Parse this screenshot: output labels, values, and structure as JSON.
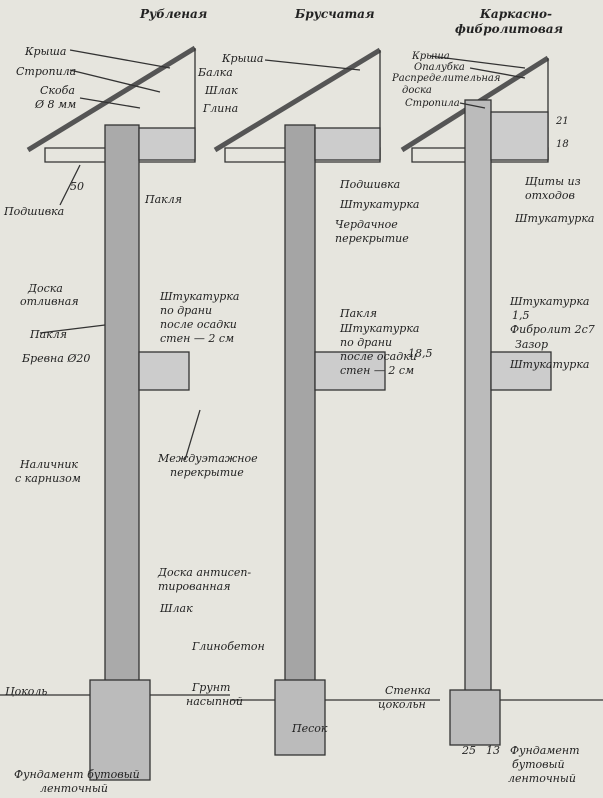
{
  "titles": {
    "left": "Рубленая",
    "middle": "Брусчатая",
    "right1": "Каркасно-",
    "right2": "фибролитовая"
  },
  "left": {
    "roof": "Крыша",
    "rafters": "Стропила",
    "clamp1": "Скоба",
    "clamp2": "Ø 8 мм",
    "beam": "Балка",
    "slag": "Шлак",
    "clay": "Глина",
    "dim50": "50",
    "soffit": "Подшивка",
    "tow": "Пакля",
    "board1": "Доска",
    "board2": "отливная",
    "tow2": "Пакля",
    "logs": "Бревна Ø20",
    "plaster1": "Штукатурка",
    "plaster2": "по драни",
    "plaster3": "после осадки",
    "plaster4": "стен — 2 см",
    "floor1": "Междуэтажное",
    "floor2": "перекрытие",
    "trim1": "Наличник",
    "trim2": "с карнизом",
    "antis1": "Доска антисеп-",
    "antis2": "тированная",
    "slag2": "Шлак",
    "claycon": "Глинобетон",
    "plinth": "Цоколь",
    "soil1": "Грунт",
    "soil2": "насыпной",
    "sand": "Песок",
    "found1": "Фундамент бутовый",
    "found2": "ленточный"
  },
  "middle": {
    "roof": "Крыша",
    "soffit": "Подшивка",
    "plaster": "Штукатурка",
    "attic1": "Чердачное",
    "attic2": "перекрытие",
    "tow": "Пакля",
    "plaster1": "Штукатурка",
    "plaster2": "по драни",
    "plaster3": "после осадки",
    "plaster4": "стен — 2 см"
  },
  "right": {
    "roof": "Крыша",
    "formwork": "Опалубка",
    "dist1": "Распределительная",
    "dist2": "доска",
    "rafters": "Стропила",
    "dim21": "21",
    "dim18": "18",
    "panels1": "Щиты из",
    "panels2": "отходов",
    "plaster": "Штукатурка",
    "plaster15a": "Штукатурка",
    "plaster15b": "1,5",
    "fibrolite": "Фибролит 2с7",
    "gap": "Зазор",
    "dim185": "18,5",
    "plaster2": "Штукатурка",
    "plinthwall1": "Стенка",
    "plinthwall2": "цокольн",
    "dim25": "25",
    "dim13": "13",
    "found1": "Фундамент",
    "found2": "бутовый",
    "found3": "ленточный"
  }
}
